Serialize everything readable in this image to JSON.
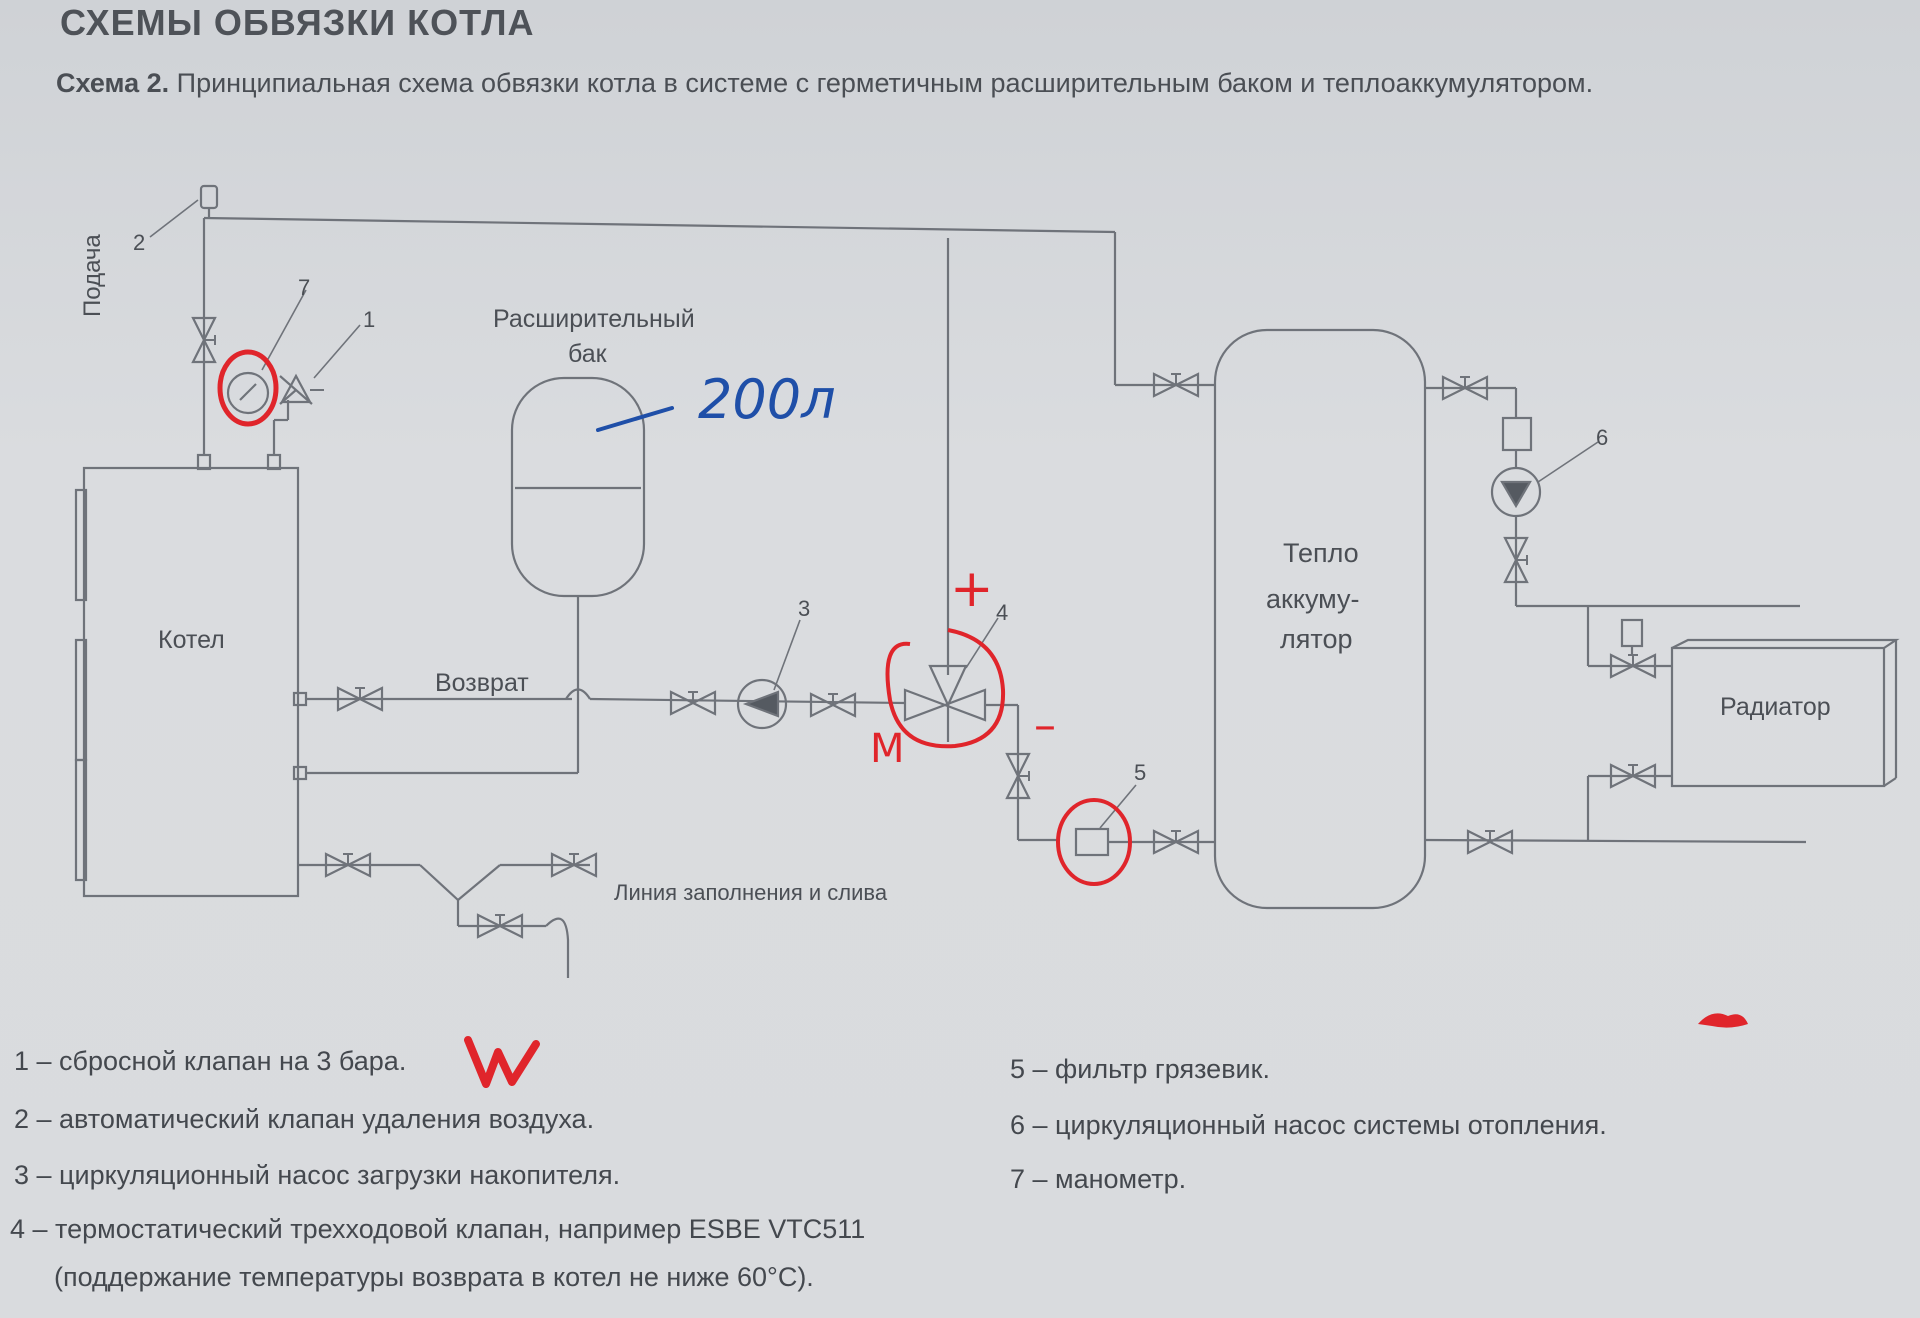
{
  "heading": "СХЕМЫ ОБВЯЗКИ КОТЛА",
  "caption": {
    "lead": "Схема 2.",
    "text": " Принципиальная схема обвязки котла в системе с герметичным расширительным баком и теплоаккумулятором."
  },
  "diagram": {
    "boiler": "Котел",
    "supply": "Подача",
    "return": "Возврат",
    "tank_line1": "Расширительный",
    "tank_line2": "бак",
    "accumulator_line1": "Тепло",
    "accumulator_line2": "аккуму-",
    "accumulator_line3": "лятор",
    "radiator": "Радиатор",
    "fill_line": "Линия заполнения и слива",
    "markers": [
      "1",
      "2",
      "3",
      "4",
      "5",
      "6",
      "7"
    ]
  },
  "annotations": {
    "tank_volume": "200л",
    "plus": "+",
    "minus": "–",
    "motor": "M"
  },
  "legend": {
    "left": [
      "1 – сбросной клапан на 3 бара.",
      "2 – автоматический клапан удаления воздуха.",
      "3 – циркуляционный насос загрузки накопителя.",
      "4 – термостатический трехходовой клапан, например ESBE VTC511",
      "(поддержание температуры возврата в котел не ниже 60°C)."
    ],
    "right": [
      "5 – фильтр грязевик.",
      "6 – циркуляционный насос системы отопления.",
      "7 – манометр."
    ]
  },
  "colors": {
    "paper": "#d9dbde",
    "line": "#6f737a",
    "print_text": "#4b4f55",
    "pen_blue": "#1f4fa8",
    "pen_red": "#e0252b"
  }
}
